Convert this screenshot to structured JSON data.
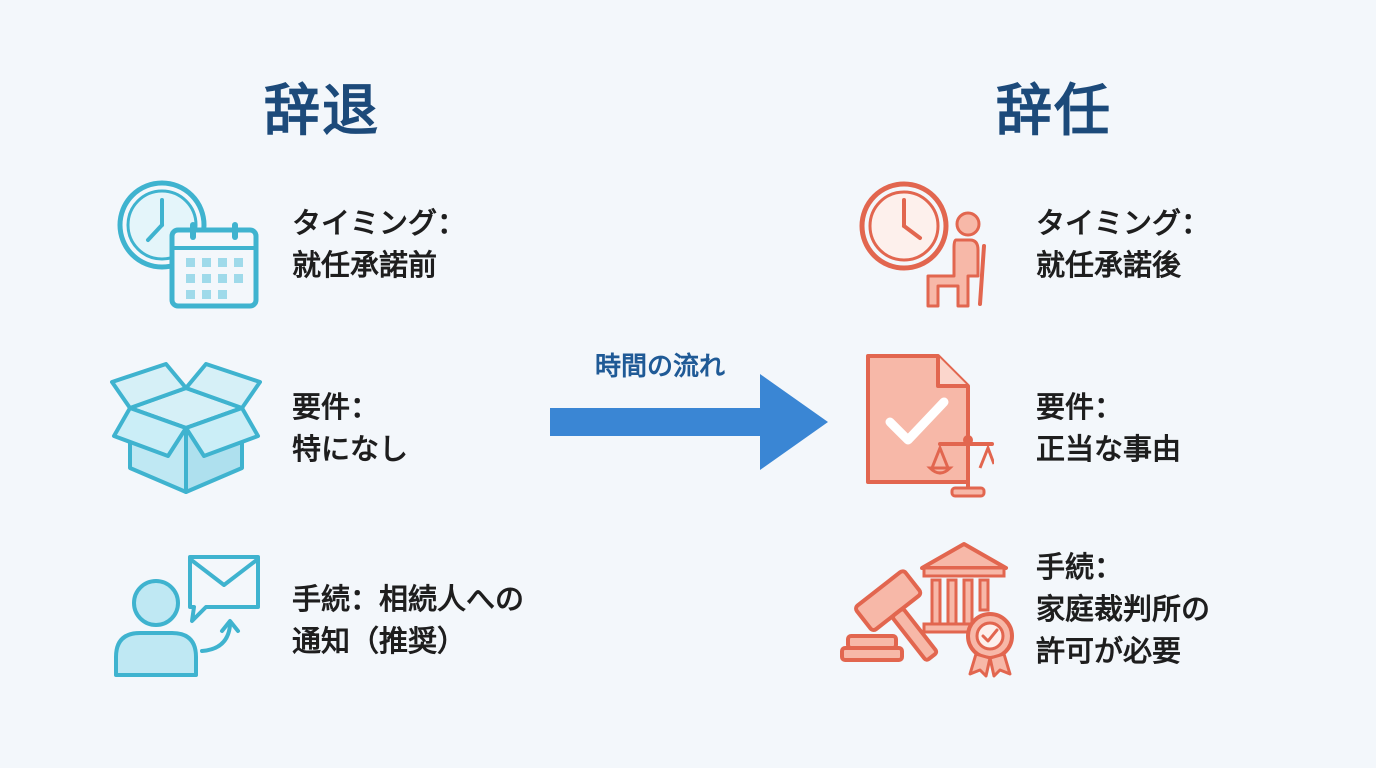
{
  "left": {
    "title": "辞退",
    "items": [
      {
        "icon": "clock-calendar-icon",
        "line1": "タイミング：",
        "line2": "就任承諾前"
      },
      {
        "icon": "open-box-icon",
        "line1": "要件：",
        "line2": "特になし"
      },
      {
        "icon": "person-message-icon",
        "line1": "手続：相続人への",
        "line2": "通知（推奨）"
      }
    ]
  },
  "right": {
    "title": "辞任",
    "items": [
      {
        "icon": "clock-person-icon",
        "line1": "タイミング：",
        "line2": "就任承諾後"
      },
      {
        "icon": "document-scale-icon",
        "line1": "要件：",
        "line2": "正当な事由"
      },
      {
        "icon": "gavel-court-icon",
        "line1": "手続：",
        "line2": "家庭裁判所の",
        "line3": "許可が必要"
      }
    ]
  },
  "arrow": {
    "caption": "時間の流れ"
  },
  "colors": {
    "blue_icon": "#3fb3cf",
    "blue_fill": "#bfe8f3",
    "red_icon": "#e2664f",
    "red_fill": "#f7b8a8",
    "arrow": "#3a86d4",
    "title": "#1c4a7a"
  }
}
